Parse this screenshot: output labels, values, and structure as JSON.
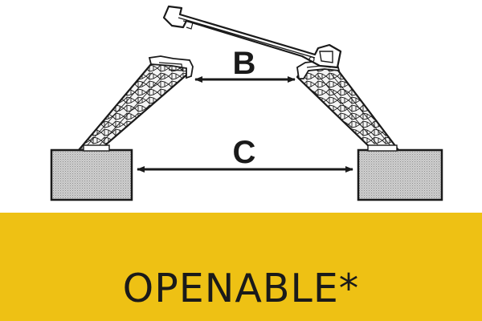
{
  "dimension_b_label": "B",
  "dimension_c_label": "C",
  "caption": "OPENABLE*",
  "colors": {
    "banner": "#EEC114",
    "ink": "#1a1a1a",
    "wall_fill": "#c9c9c9",
    "upstand_fill": "#efefef"
  },
  "icons": {
    "upstand": "insulated-sloped-upstand",
    "lid": "hinged-glazed-lid",
    "wall": "wall-section",
    "dimension_arrow": "double-headed-arrow"
  }
}
